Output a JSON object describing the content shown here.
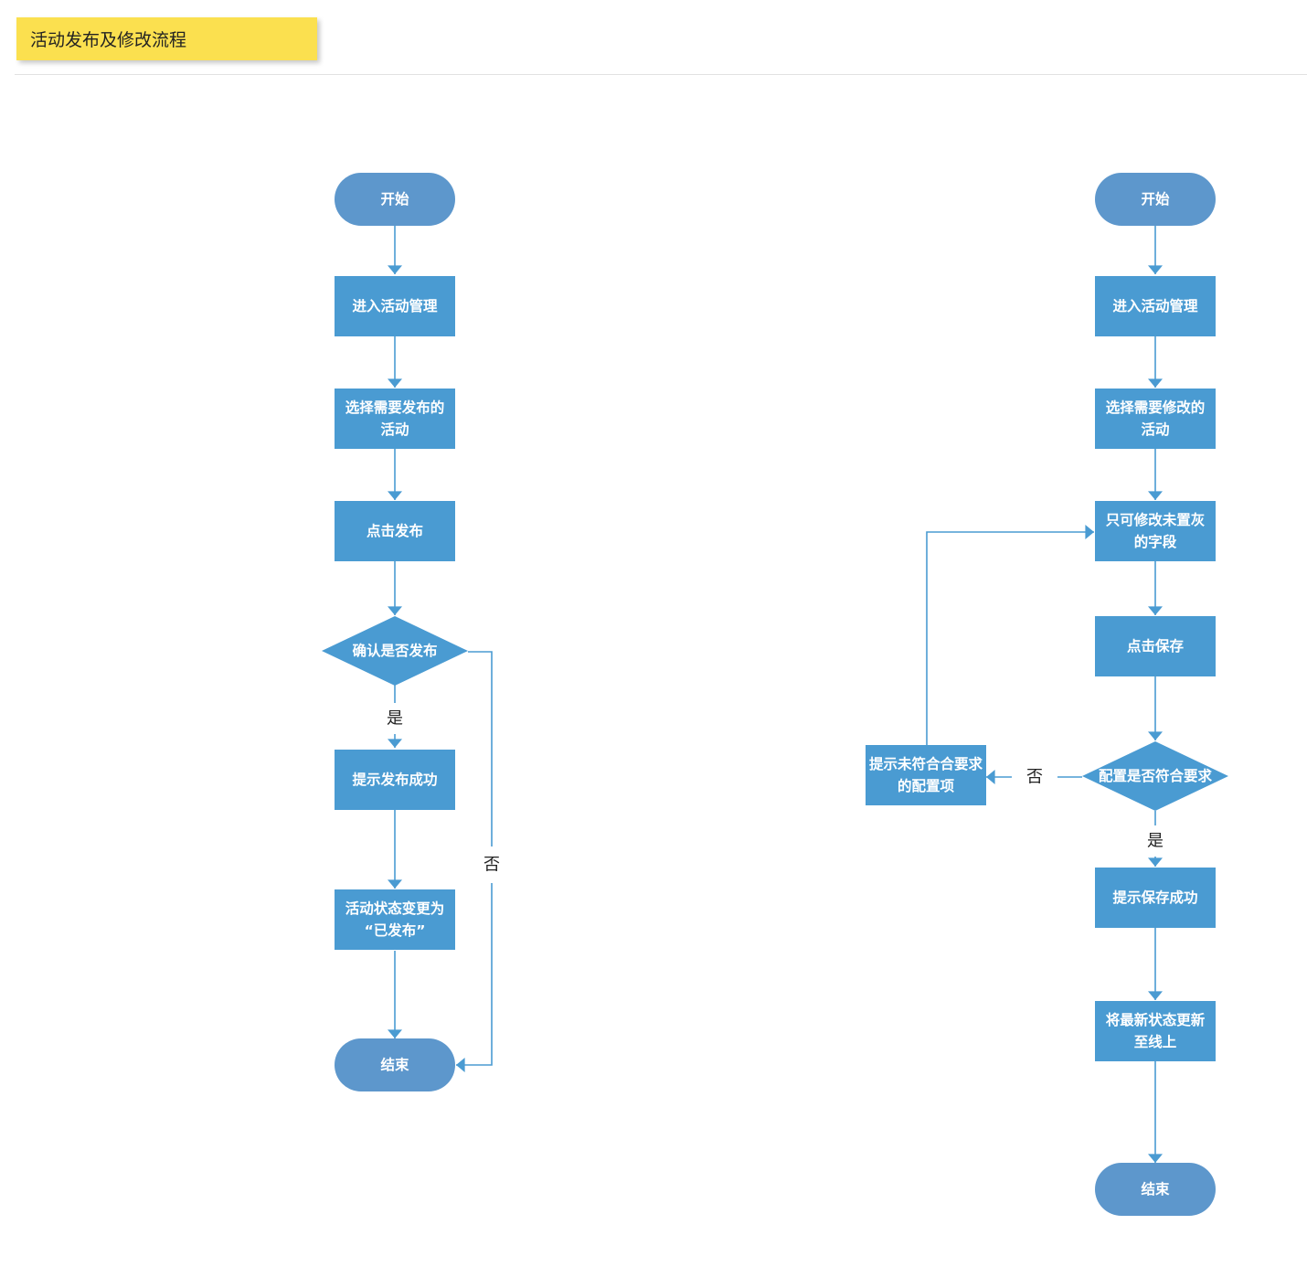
{
  "header": {
    "title": "活动发布及修改流程"
  },
  "colors": {
    "node": "#4a9bd2",
    "terminal": "#5d97cc",
    "edge": "#4a9bd2",
    "accent": "#fbe04f"
  },
  "flow_publish": {
    "start": "开始",
    "enter": [
      "进入活动管理"
    ],
    "select": [
      "选择需要发布的",
      "活动"
    ],
    "click": [
      "点击发布"
    ],
    "decision": [
      "确认是否发布"
    ],
    "yes": "是",
    "no": "否",
    "success": [
      "提示发布成功"
    ],
    "status": [
      "活动状态变更为",
      "“已发布”"
    ],
    "end": "结束"
  },
  "flow_edit": {
    "start": "开始",
    "enter": [
      "进入活动管理"
    ],
    "select": [
      "选择需要修改的",
      "活动"
    ],
    "editable": [
      "只可修改未置灰",
      "的字段"
    ],
    "save": [
      "点击保存"
    ],
    "decision": [
      "配置是否符合要求"
    ],
    "yes": "是",
    "no": "否",
    "prompt_invalid": [
      "提示未符合合要求",
      "的配置项"
    ],
    "success": [
      "提示保存成功"
    ],
    "update": [
      "将最新状态更新",
      "至线上"
    ],
    "end": "结束"
  }
}
